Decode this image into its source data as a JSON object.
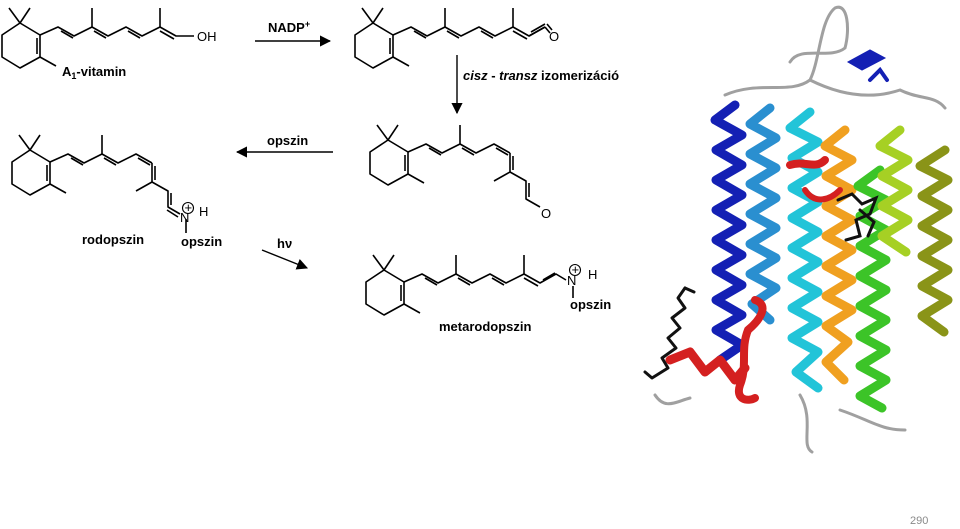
{
  "molecules": {
    "vitamin_a1": {
      "name_main": "A",
      "name_sub": "1",
      "name_rest": "-vitamin",
      "oh_label": "OH"
    },
    "retinal_trans": {
      "o_label": "O"
    },
    "retinal_cis": {
      "o_label": "O"
    },
    "rhodopsin": {
      "name": "rodopszin",
      "n_label": "N",
      "h_label": "H",
      "protein": "opszin",
      "charge": "+"
    },
    "metarhodopsin": {
      "name": "metarodopszin",
      "n_label": "N",
      "h_label": "H",
      "protein": "opszin",
      "charge": "+"
    }
  },
  "arrows": {
    "oxidation": {
      "label_main": "NADP",
      "label_sup": "+"
    },
    "isomerization": {
      "label_cis": "cisz",
      "label_dash": " - ",
      "label_trans": "transz",
      "label_rest": " izomerizáció"
    },
    "binding": {
      "label": "opszin"
    },
    "light": {
      "label": "hν"
    }
  },
  "protein_structure": {
    "description_icon": "protein-ribbon-icon"
  },
  "colors": {
    "blue": "#1420b4",
    "lightblue": "#2a8fd0",
    "cyan": "#22c4d8",
    "green": "#3cc428",
    "yellowgreen": "#a6d024",
    "olive": "#8a9418",
    "orange": "#f0a020",
    "red": "#d42020",
    "gray": "#9a9a9a"
  },
  "page_number": "290"
}
